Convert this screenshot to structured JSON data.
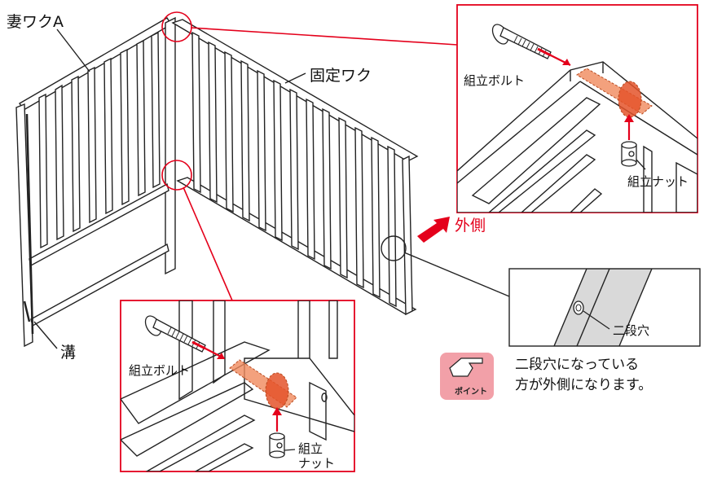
{
  "labels": {
    "frame_a": "妻ワクA",
    "fixed_frame": "固定ワク",
    "groove": "溝",
    "outside": "外側",
    "bolt_top": "組立ボルト",
    "nut_top": "組立ナット",
    "bolt_bottom": "組立ボルト",
    "nut_bottom_line1": "組立",
    "nut_bottom_line2": "ナット",
    "double_hole": "二段穴"
  },
  "point": {
    "badge_text": "ポイント",
    "note_line1": "二段穴になっている",
    "note_line2": "方が外側になります。"
  },
  "colors": {
    "accent_red": "#e4001b",
    "highlight_orange": "#f08a5d",
    "badge_pink": "#f2a0a8",
    "panel_grey": "#d9d9d9"
  }
}
